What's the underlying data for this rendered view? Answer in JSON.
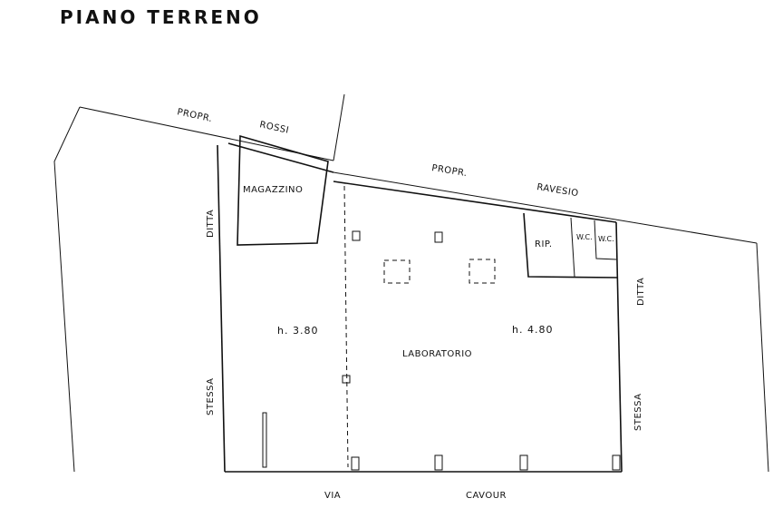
{
  "title": "PIANO TERRENO",
  "labels": {
    "propr_1": "PROPR.",
    "rossi": "ROSSI",
    "propr_2": "PROPR.",
    "ravesio": "RAVESIO",
    "ditta_left": "DITTA",
    "ditta_right": "DITTA",
    "stessa_left": "STESSA",
    "stessa_right": "STESSA",
    "magazzino": "MAGAZZINO",
    "rip": "RIP.",
    "wc1": "W.C.",
    "wc2": "W.C.",
    "h_left": "h. 3.80",
    "h_right": "h. 4.80",
    "laboratorio": "LABORATORIO",
    "via": "VIA",
    "cavour": "CAVOUR"
  }
}
